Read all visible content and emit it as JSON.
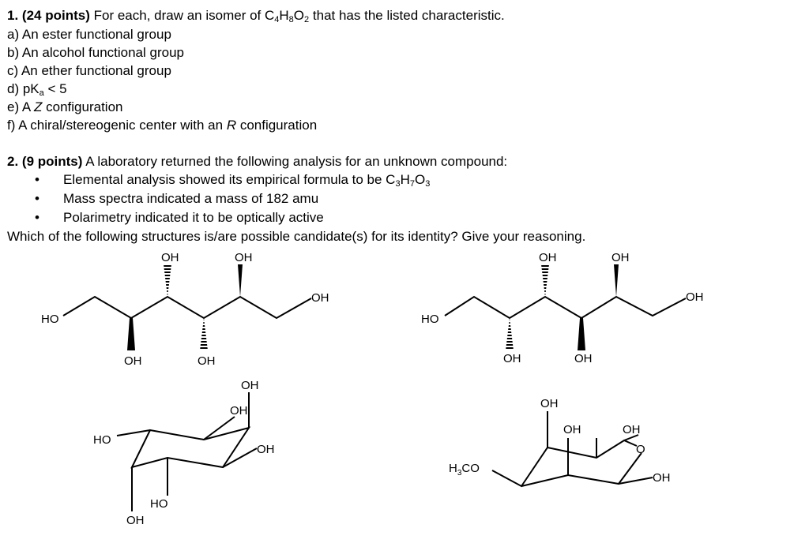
{
  "q1": {
    "number": "1.",
    "points": "(24 points)",
    "prompt_pre": "For each, draw an isomer of C",
    "f_c": "4",
    "f_h_sym": "H",
    "f_h": "8",
    "f_o_sym": "O",
    "f_o": "2",
    "prompt_post": "that has the listed characteristic.",
    "a": "a) An ester functional group",
    "b": "b) An alcohol functional group",
    "c": "c) An ether functional group",
    "d_pre": "d) pK",
    "d_sub": "a",
    "d_post": " < 5",
    "e_pre": "e) A ",
    "e_it": "Z",
    "e_post": " configuration",
    "f_pre": "f) A chiral/stereogenic center with an ",
    "f_it": "R",
    "f_post": " configuration"
  },
  "q2": {
    "number": "2.",
    "points": "(9 points)",
    "prompt": "A laboratory returned the following analysis for an unknown compound:",
    "bullet_char": "•",
    "b1_pre": "Elemental analysis showed its empirical formula to be C",
    "b1_c": "3",
    "b1_h_sym": "H",
    "b1_h": "7",
    "b1_o_sym": "O",
    "b1_o": "3",
    "b2": "Mass spectra indicated a mass of 182 amu",
    "b3": "Polarimetry indicated it to be optically active",
    "question": "Which of the following structures is/are possible candidate(s) for its identity?  Give your reasoning."
  },
  "labels": {
    "oh": "OH",
    "ho": "HO",
    "o": "O",
    "h3co_h": "H",
    "h3co_3": "3",
    "h3co_co": "CO"
  }
}
